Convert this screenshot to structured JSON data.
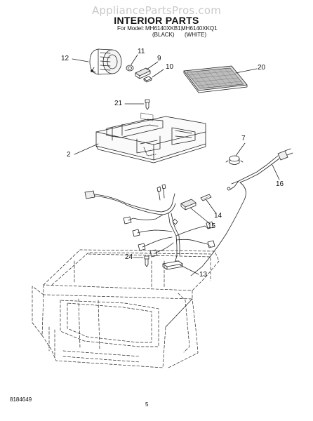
{
  "watermark": "AppliancePartsPros.com",
  "title": "INTERIOR PARTS",
  "model_label": "For Model:",
  "models": [
    {
      "number": "MH6140XKB1,",
      "finish": "(BLACK)"
    },
    {
      "number": "MH6140XKQ1",
      "finish": "(WHITE)"
    }
  ],
  "callouts": [
    "12",
    "11",
    "9",
    "10",
    "20",
    "21",
    "2",
    "7",
    "16",
    "14",
    "15",
    "24",
    "13"
  ],
  "document_number": "8184649",
  "page_number": "5"
}
